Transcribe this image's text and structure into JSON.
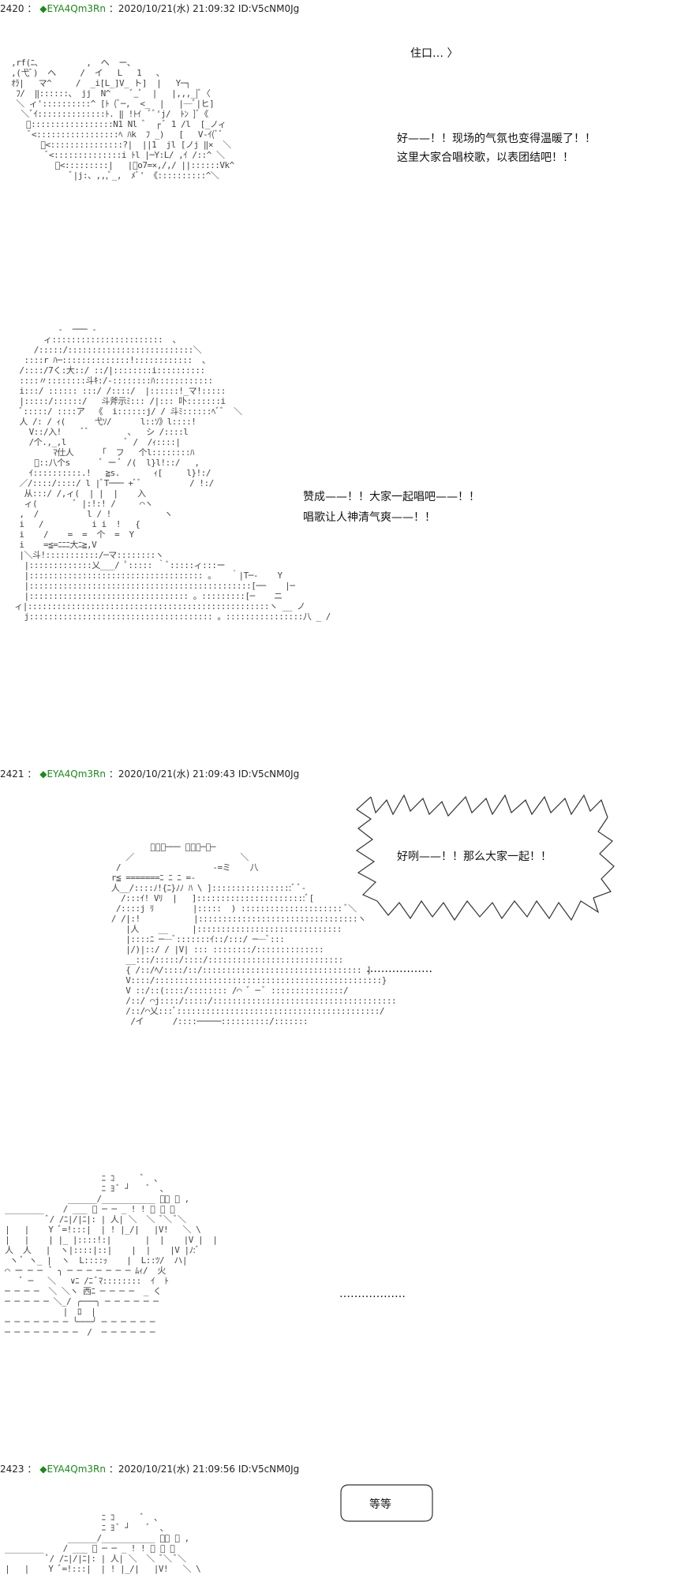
{
  "posts": [
    {
      "number": "2420",
      "separator": "：",
      "diamond": "◆",
      "trip": "EYA4Qm3Rn",
      "datetime": "：2020/10/21(水) 21:09:32",
      "id": "ID:V5cNM0Jg",
      "lines": [
        "住口… 〉",
        "好——！！现场的气氛也变得温暖了！！",
        "这里大家合唱校歌，以表团结吧！！",
        "赞成——！！大家一起唱吧——！！",
        "唱歌让人神清气爽——！！"
      ]
    },
    {
      "number": "2421",
      "separator": "：",
      "diamond": "◆",
      "trip": "EYA4Qm3Rn",
      "datetime": "：2020/10/21(水) 21:09:43",
      "id": "ID:V5cNM0Jg",
      "lines": [
        "好咧——！！那么大家一起！！",
        "………………",
        "………………"
      ]
    },
    {
      "number": "2423",
      "separator": "：",
      "diamond": "◆",
      "trip": "EYA4Qm3Rn",
      "datetime": "：2020/10/21(水) 21:09:56",
      "id": "ID:V5cNM0Jg",
      "lines": [
        "等等"
      ]
    }
  ]
}
